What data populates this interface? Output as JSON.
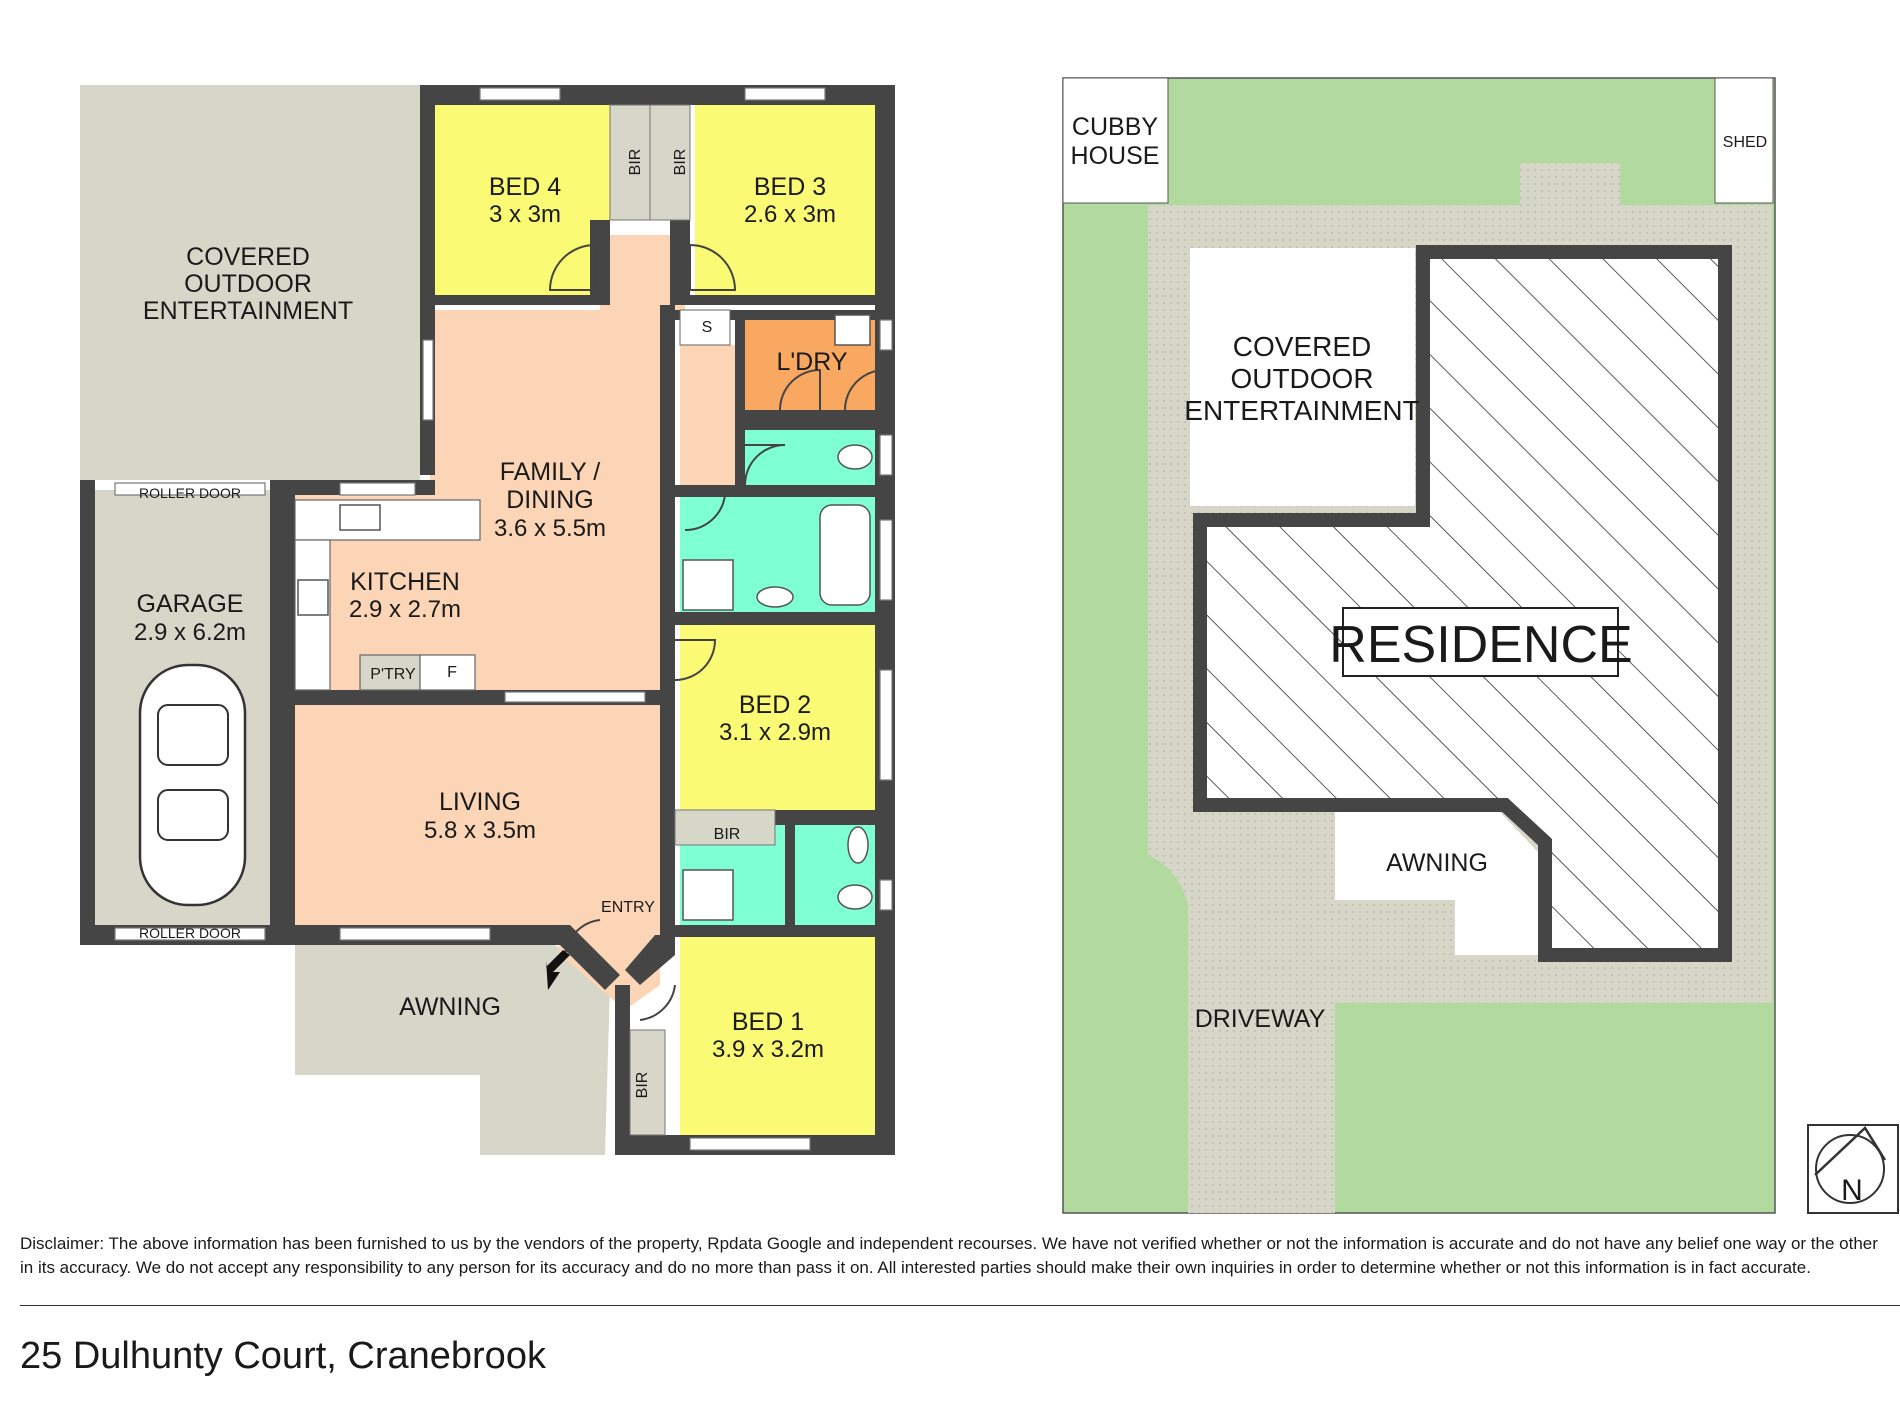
{
  "floor_plan": {
    "covered_outdoor": [
      "COVERED",
      "OUTDOOR",
      "ENTERTAINMENT"
    ],
    "garage": {
      "name": "GARAGE",
      "dims": "2.9 x 6.2m"
    },
    "roller_door": "ROLLER DOOR",
    "bed4": {
      "name": "BED 4",
      "dims": "3 x 3m"
    },
    "bed3": {
      "name": "BED 3",
      "dims": "2.6 x 3m"
    },
    "bed2": {
      "name": "BED 2",
      "dims": "3.1 x 2.9m"
    },
    "bed1": {
      "name": "BED 1",
      "dims": "3.9 x 3.2m"
    },
    "bir": "BIR",
    "family": {
      "name_line1": "FAMILY /",
      "name_line2": "DINING",
      "dims": "3.6 x 5.5m"
    },
    "kitchen": {
      "name": "KITCHEN",
      "dims": "2.9 x 2.7m"
    },
    "pantry": "P'TRY",
    "fridge": "F",
    "store": "S",
    "laundry": "L'DRY",
    "living": {
      "name": "LIVING",
      "dims": "5.8 x 3.5m"
    },
    "entry": "ENTRY",
    "awning": "AWNING"
  },
  "site_plan": {
    "cubby_house": [
      "CUBBY",
      "HOUSE"
    ],
    "shed": "SHED",
    "covered_outdoor": [
      "COVERED",
      "OUTDOOR",
      "ENTERTAINMENT"
    ],
    "residence": "RESIDENCE",
    "awning": "AWNING",
    "driveway": "DRIVEWAY",
    "north": "N"
  },
  "colors": {
    "bedroom": "#fafa75",
    "living": "#fbd5b5",
    "wet": "#7fffd4",
    "laundry": "#f9a862",
    "outdoor": "#d6d6c9",
    "wall": "#454545",
    "grass": "#b3da9e",
    "driveway": "#d6d6c9"
  },
  "disclaimer": "Disclaimer: The above information has been furnished to us by the vendors of the property, Rpdata Google and independent recourses. We have not verified whether or not the information is accurate and do not have any belief one way or the other in its accuracy. We do not accept any responsibility to any person for its accuracy and do no more than pass it on. All interested parties should make their own inquiries in order to determine whether or not this information is in fact accurate.",
  "address": "25 Dulhunty Court, Cranebrook"
}
